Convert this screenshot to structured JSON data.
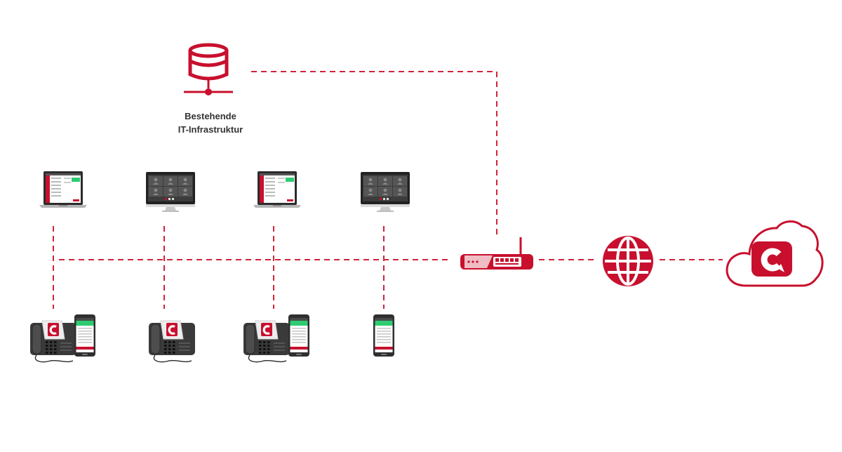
{
  "diagram": {
    "server": {
      "icon": "database-server-icon",
      "label_line1": "Bestehende",
      "label_line2": "IT-Infrastruktur"
    },
    "devices": {
      "laptop_icon": "laptop-icon",
      "monitor_icon": "video-conference-monitor-icon",
      "desk_phone_icon": "desk-phone-icon",
      "smartphone_icon": "smartphone-icon"
    },
    "router": {
      "icon": "router-icon"
    },
    "internet": {
      "icon": "globe-icon"
    },
    "cloud": {
      "icon": "cloud-logo-icon",
      "logo_letter": "C"
    },
    "colors": {
      "accent": "#c8102e",
      "link": "#d0223a",
      "dark": "#3a3a3a",
      "screen_green": "#2ecc71"
    }
  }
}
